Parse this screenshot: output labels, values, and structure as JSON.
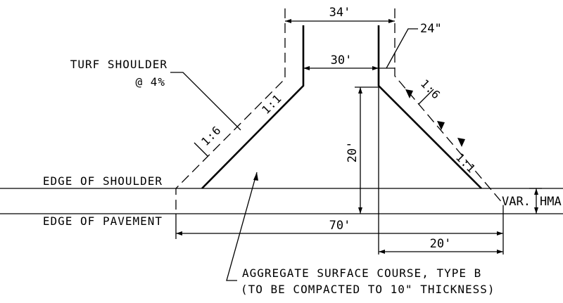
{
  "labels": {
    "turf_shoulder_line1": "TURF SHOULDER",
    "turf_shoulder_line2": "@ 4%",
    "edge_of_shoulder": "EDGE OF SHOULDER",
    "edge_of_pavement": "EDGE OF PAVEMENT",
    "aggregate_line1": "AGGREGATE SURFACE COURSE, TYPE B",
    "aggregate_line2": "(TO BE COMPACTED TO 10\" THICKNESS)",
    "var": "VAR.",
    "hma": "HMA"
  },
  "dimensions": {
    "top_width": "34'",
    "inner_width": "30'",
    "thickness": "24\"",
    "depth": "20'",
    "base_width": "70'",
    "offset": "20'"
  },
  "slopes": {
    "left_steep": "1:1",
    "left_shallow": "1:6",
    "right_shallow": "1:6",
    "right_steep": "1:1"
  }
}
